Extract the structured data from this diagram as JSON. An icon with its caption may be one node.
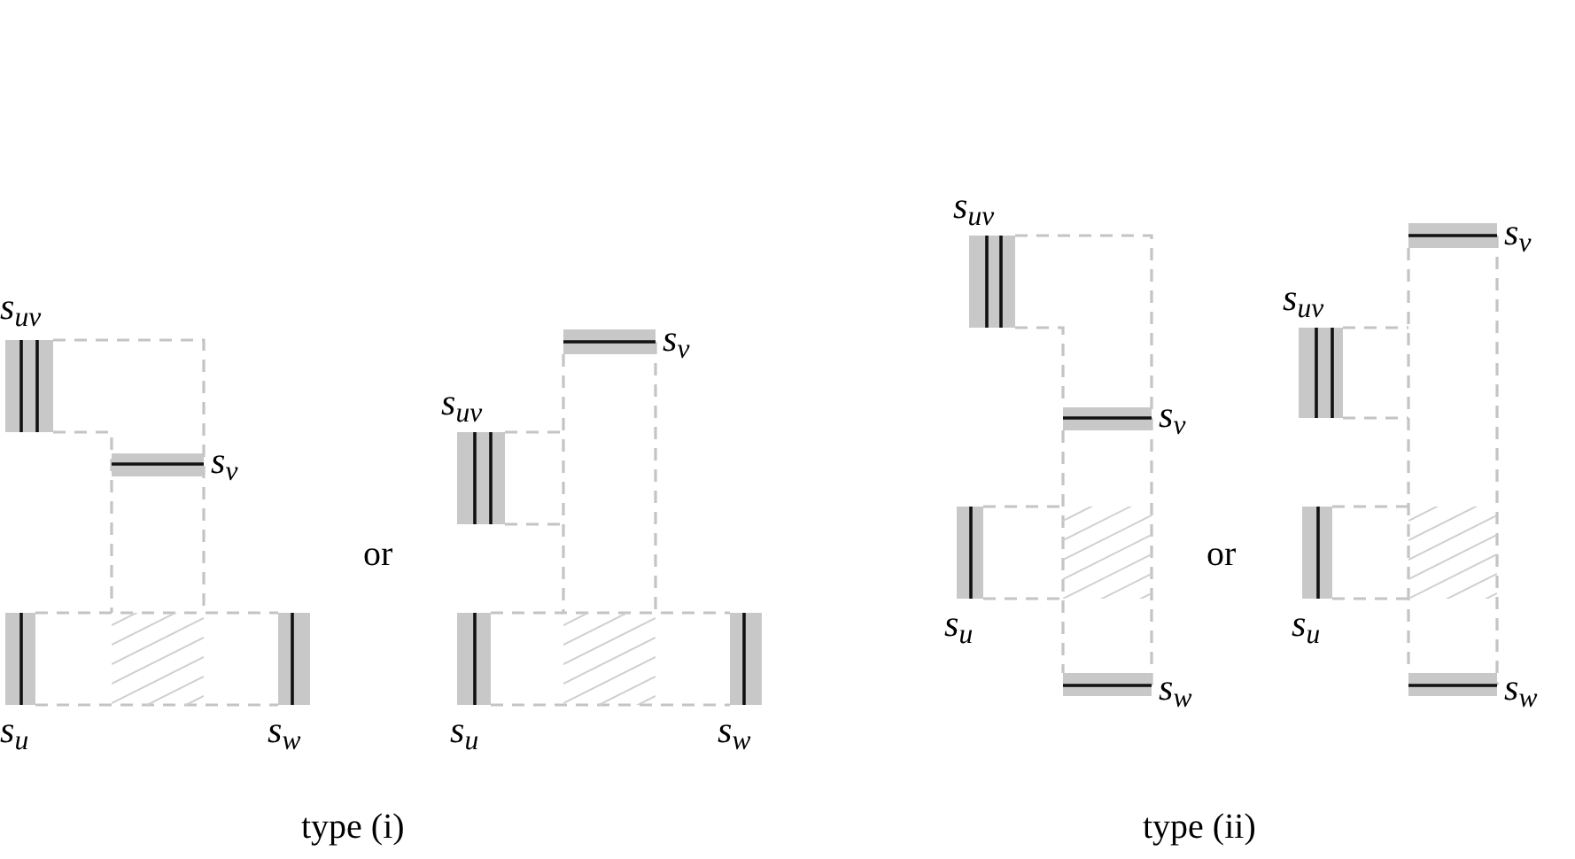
{
  "diagram": {
    "labels": [
      "s$_{uv}$",
      "s$_{v}$",
      "s$_{u}$",
      "s$_{w}$",
      "or",
      "s$_{v}$",
      "s$_{uv}$",
      "s$_{u}$",
      "s$_{w}$",
      "type (i)",
      "s$_{uv}$",
      "s$_{v}$",
      "s$_{u}$",
      "s$_{w}$",
      "or",
      "s$_{v}$",
      "s$_{uv}$",
      "s$_{u}$",
      "s$_{w}$",
      "type (ii)"
    ]
  }
}
